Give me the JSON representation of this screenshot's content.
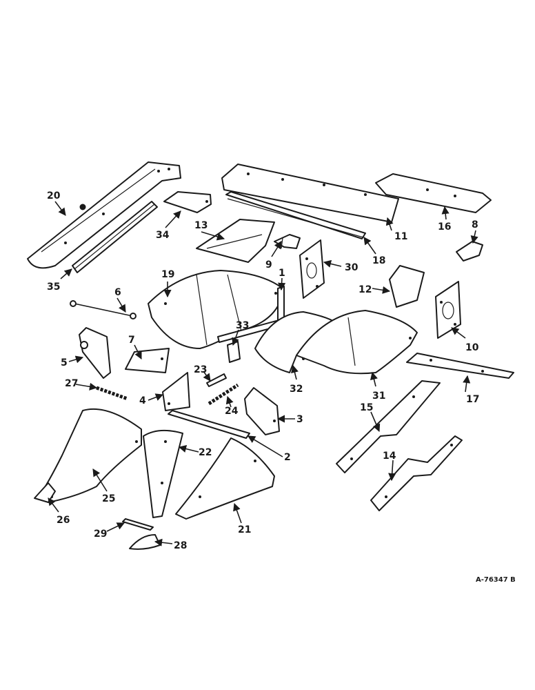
{
  "callouts": {
    "c1": "1",
    "c2": "2",
    "c3": "3",
    "c4": "4",
    "c5": "5",
    "c6": "6",
    "c7": "7",
    "c8": "8",
    "c9": "9",
    "c10": "10",
    "c11": "11",
    "c12": "12",
    "c13": "13",
    "c14": "14",
    "c15": "15",
    "c16": "16",
    "c17": "17",
    "c18": "18",
    "c19": "19",
    "c20": "20",
    "c21": "21",
    "c22": "22",
    "c23": "23",
    "c24": "24",
    "c25": "25",
    "c26": "26",
    "c27": "27",
    "c28": "28",
    "c29": "29",
    "c30": "30",
    "c31": "31",
    "c32": "32",
    "c33": "33",
    "c34": "34",
    "c35": "35"
  },
  "reference_code": "A-76347 B",
  "colors": {
    "ink": "#1a1a1a",
    "paper": "#ffffff"
  }
}
